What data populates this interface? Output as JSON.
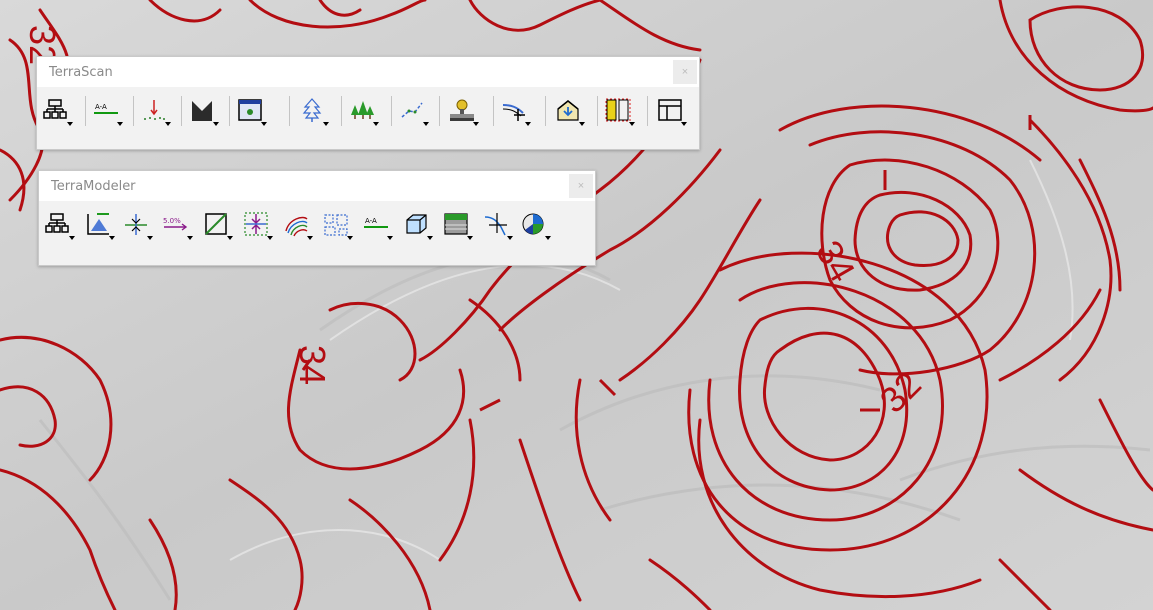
{
  "terrascan": {
    "title": "TerraScan",
    "close_label": "×"
  },
  "terramodeler": {
    "title": "TerraModeler",
    "close_label": "×"
  },
  "map": {
    "contour_color": "#b30d12",
    "labels": [
      {
        "text": "32"
      },
      {
        "text": "34"
      },
      {
        "text": "34"
      },
      {
        "text": "32"
      }
    ]
  },
  "icons": {
    "terrascan": [
      "hierarchy-icon",
      "section-icon",
      "point-icon",
      "bowtie-icon",
      "view-window-icon",
      "tree-icon",
      "forest-icon",
      "line-vectorize-icon",
      "building-icon",
      "road-line-icon",
      "house-icon",
      "highlight-group-icon",
      "frame-icon"
    ],
    "terramodeler": [
      "hierarchy-icon",
      "surface-icon",
      "cross-point-icon",
      "slope-label-icon",
      "area-icon",
      "range-icon",
      "contours-icon",
      "dashed-box-icon",
      "section-icon",
      "cube-icon",
      "fill-icon",
      "branch-icon",
      "pie-color-icon"
    ]
  }
}
